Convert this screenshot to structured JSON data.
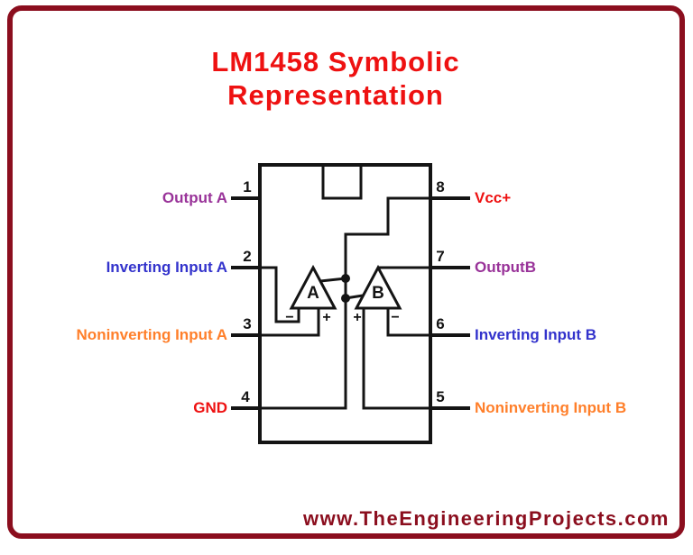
{
  "title": {
    "line1": "LM1458 Symbolic",
    "line2": "Representation"
  },
  "footer": {
    "url": "www.TheEngineeringProjects.com"
  },
  "colors": {
    "title_red": "#EE1111",
    "label_purple": "#993399",
    "label_blue": "#3333CC",
    "label_orange": "#FF7F2A",
    "label_red": "#EE1111",
    "border_maroon": "#8B0E1E",
    "line_black": "#141414",
    "background": "#FFFFFF"
  },
  "diagram": {
    "type": "ic-pinout",
    "opamps": [
      {
        "label": "A",
        "left_sign": "−",
        "right_sign": "+"
      },
      {
        "label": "B",
        "left_sign": "+",
        "right_sign": "−"
      }
    ],
    "pins": [
      {
        "number": "1",
        "label": "Output A",
        "side": "left"
      },
      {
        "number": "2",
        "label": "Inverting Input A",
        "side": "left"
      },
      {
        "number": "3",
        "label": "Noninverting Input A",
        "side": "left"
      },
      {
        "number": "4",
        "label": "GND",
        "side": "left"
      },
      {
        "number": "5",
        "label": "Noninverting Input B",
        "side": "right"
      },
      {
        "number": "6",
        "label": "Inverting Input B",
        "side": "right"
      },
      {
        "number": "7",
        "label": "OutputB",
        "side": "right"
      },
      {
        "number": "8",
        "label": "Vcc+",
        "side": "right"
      }
    ]
  }
}
